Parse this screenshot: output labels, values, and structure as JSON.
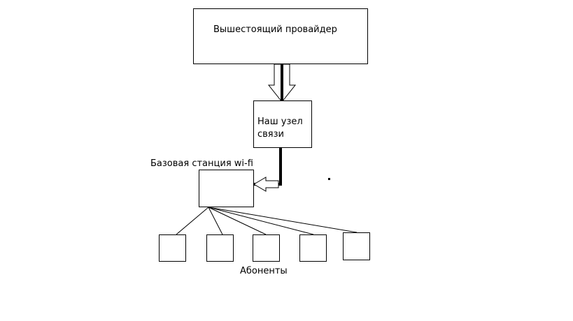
{
  "nodes": {
    "provider": {
      "label": "Вышестоящий провайдер"
    },
    "node": {
      "label_lines": [
        "Наш узел",
        "связи"
      ]
    },
    "base_station": {
      "label": "Базовая станция wi-fi"
    },
    "subscribers": {
      "label": "Абоненты",
      "count": 5
    }
  },
  "colors": {
    "stroke": "#000000",
    "background": "#ffffff"
  }
}
